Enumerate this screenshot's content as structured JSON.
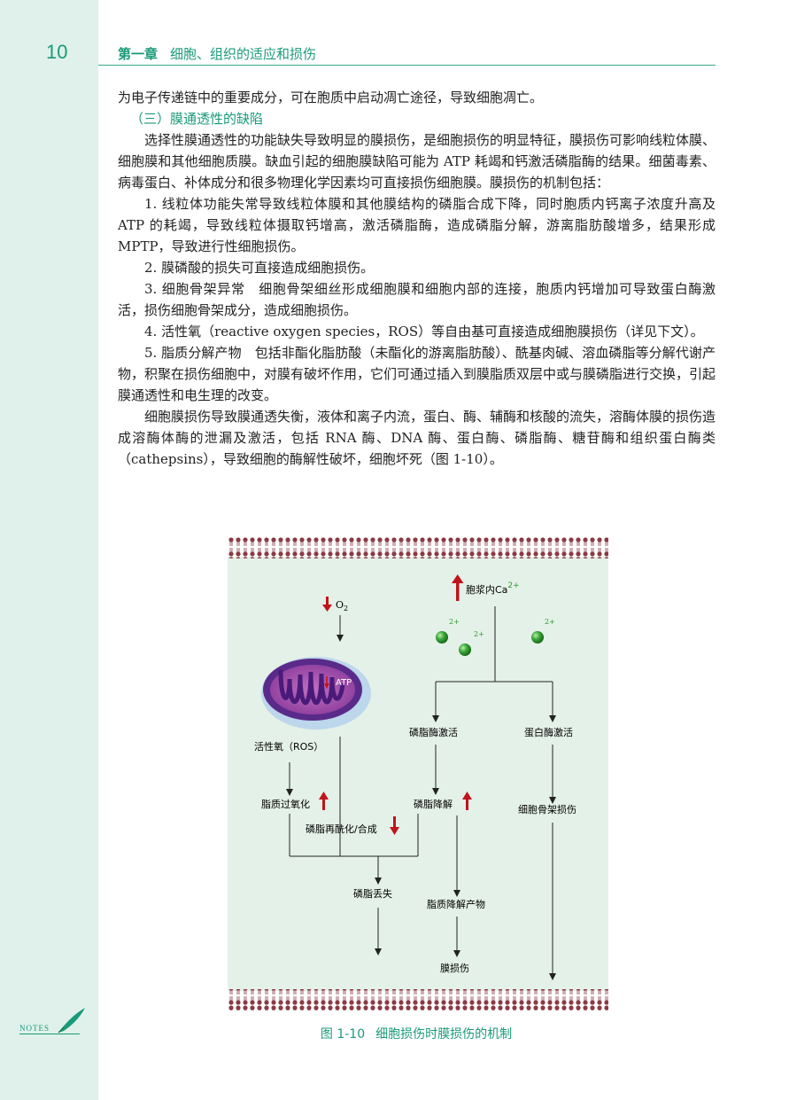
{
  "header": {
    "page_number": "10",
    "chapter": "第一章",
    "chapter_title": "细胞、组织的适应和损伤"
  },
  "body": {
    "p0": "为电子传递链中的重要成分，可在胞质中启动凋亡途径，导致细胞凋亡。",
    "subheading": "（三）膜通透性的缺陷",
    "p1": "选择性膜通透性的功能缺失导致明显的膜损伤，是细胞损伤的明显特征，膜损伤可影响线粒体膜、细胞膜和其他细胞质膜。缺血引起的细胞膜缺陷可能为 ATP 耗竭和钙激活磷脂酶的结果。细菌毒素、病毒蛋白、补体成分和很多物理化学因素均可直接损伤细胞膜。膜损伤的机制包括：",
    "item1": "1. 线粒体功能失常导致线粒体膜和其他膜结构的磷脂合成下降，同时胞质内钙离子浓度升高及 ATP 的耗竭，导致线粒体摄取钙增高，激活磷脂酶，造成磷脂分解，游离脂肪酸增多，结果形成 MPTP，导致进行性细胞损伤。",
    "item2": "2. 膜磷酸的损失可直接造成细胞损伤。",
    "item3": "3. 细胞骨架异常　细胞骨架细丝形成细胞膜和细胞内部的连接，胞质内钙增加可导致蛋白酶激活，损伤细胞骨架成分，造成细胞损伤。",
    "item4": "4. 活性氧（reactive oxygen species，ROS）等自由基可直接造成细胞膜损伤（详见下文）。",
    "item5": "5. 脂质分解产物　包括非酯化脂肪酸（未酯化的游离脂肪酸）、酰基肉碱、溶血磷脂等分解代谢产物，积聚在损伤细胞中，对膜有破坏作用，它们可通过插入到膜脂质双层中或与膜磷脂进行交换，引起膜通透性和电生理的改变。",
    "p2": "细胞膜损伤导致膜通透失衡，液体和离子内流，蛋白、酶、辅酶和核酸的流失，溶酶体膜的损伤造成溶酶体酶的泄漏及激活，包括 RNA 酶、DNA 酶、蛋白酶、磷脂酶、糖苷酶和组织蛋白酶类（cathepsins），导致细胞的酶解性破坏，细胞坏死（图 1-10）。"
  },
  "figure": {
    "o2": "O",
    "o2_sub": "2",
    "atp": "ATP",
    "ca_label": "胞浆内Ca",
    "ca_sup": "2+",
    "ion_sup": "2+",
    "ros": "活性氧（ROS）",
    "phospholipase": "磷脂酶激活",
    "protease": "蛋白酶激活",
    "lipid_perox": "脂质过氧化",
    "phospholipid_degr": "磷脂降解",
    "reacyl": "磷脂再酰化/合成",
    "cytoskeleton": "细胞骨架损伤",
    "phospholipid_loss": "磷脂丢失",
    "lipid_products": "脂质降解产物",
    "membrane_damage": "膜损伤",
    "colors": {
      "bg": "#e4f1e8",
      "membrane": "#8a3a44",
      "arrow_red": "#c0141c",
      "mito": "#6a3a9a",
      "ion": "#2e9a2e"
    }
  },
  "caption": {
    "number": "图 1-10",
    "title": "细胞损伤时膜损伤的机制"
  },
  "margin": {
    "notes_label": "NOTES"
  }
}
